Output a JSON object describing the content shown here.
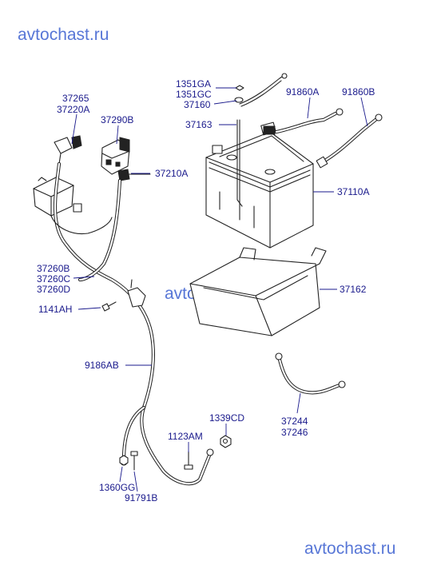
{
  "watermark": "avtochast.ru",
  "labels": {
    "l1351ga": "1351GA",
    "l1351gc": "1351GC",
    "l37160": "37160",
    "l91860a": "91860A",
    "l91860b": "91860B",
    "l37265": "37265",
    "l37220a": "37220A",
    "l37290b": "37290B",
    "l37163": "37163",
    "l37210a": "37210A",
    "l37110a": "37110A",
    "l37260b": "37260B",
    "l37260c": "37260C",
    "l37260d": "37260D",
    "l37162": "37162",
    "l1141ah": "1141AH",
    "l9186ab": "9186AB",
    "l1339cd": "1339CD",
    "l1123am": "1123AM",
    "l37244": "37244",
    "l37246": "37246",
    "l1360gg": "1360GG",
    "l91791b": "91791B"
  }
}
